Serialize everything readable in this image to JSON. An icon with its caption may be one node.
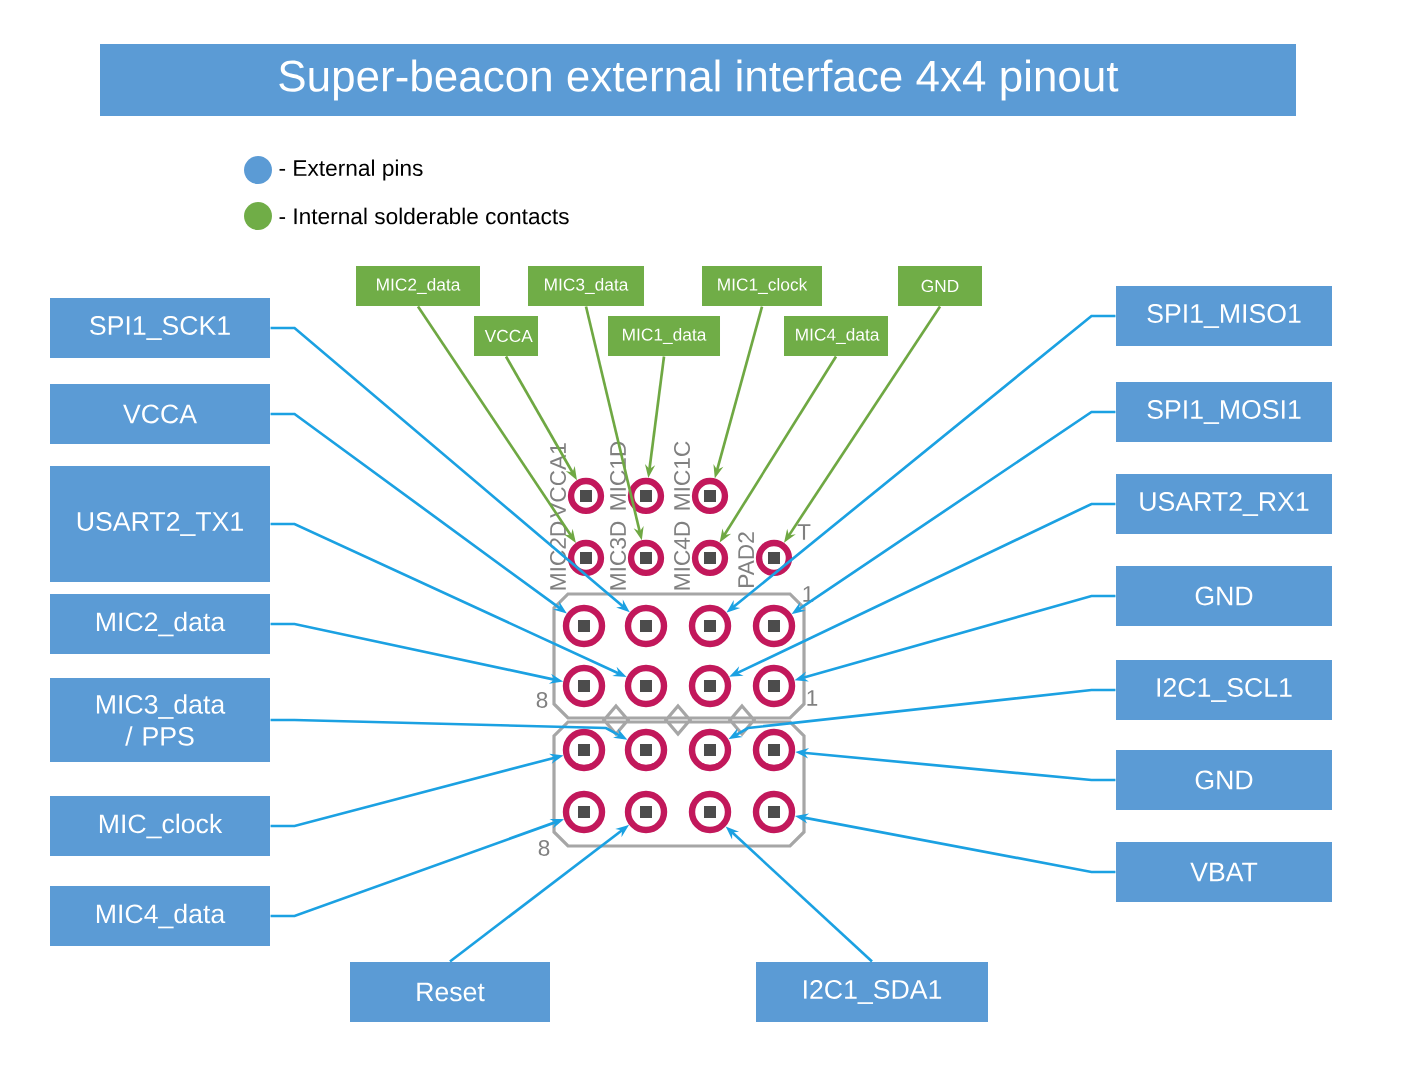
{
  "diagram": {
    "title": "Super-beacon external interface 4x4 pinout",
    "nodes": [
      {
        "text": [
          "MIC2_data"
        ]
      },
      {
        "text": [
          "VCCA"
        ]
      },
      {
        "text": [
          "MIC3_data"
        ]
      },
      {
        "text": [
          "MIC1_data"
        ]
      },
      {
        "text": [
          "MIC1_clock"
        ]
      },
      {
        "text": [
          "MIC4_data"
        ]
      },
      {
        "text": [
          "GND"
        ]
      },
      {
        "text": [
          "SPI1_SCK1"
        ]
      },
      {
        "text": [
          "VCCA"
        ]
      },
      {
        "text": [
          "USART2_TX1"
        ]
      },
      {
        "text": [
          "MIC2_data"
        ]
      },
      {
        "text": [
          "MIC3_data / PPS"
        ]
      },
      {
        "text": [
          "MIC_clock"
        ]
      },
      {
        "text": [
          "MIC4_data"
        ]
      },
      {
        "text": [
          "SPI1_MISO1"
        ]
      },
      {
        "text": [
          "SPI1_MOSI1"
        ]
      },
      {
        "text": [
          "USART2_RX1"
        ]
      },
      {
        "text": [
          "GND"
        ]
      },
      {
        "text": [
          "I2C1_SCL1"
        ]
      },
      {
        "text": [
          "GND"
        ]
      },
      {
        "text": [
          "VBAT"
        ]
      },
      {
        "text": [
          "Reset"
        ]
      },
      {
        "text": [
          "I2C1_SDA1"
        ]
      },
      {
        "text": [],
        "shape": "circle"
      },
      {
        "text": [],
        "shape": "circle"
      },
      {
        "text": [],
        "shape": "circle"
      },
      {
        "text": [],
        "shape": "circle"
      },
      {
        "text": [],
        "shape": "circle"
      },
      {
        "text": [],
        "shape": "circle"
      },
      {
        "text": [],
        "shape": "circle"
      },
      {
        "text": [],
        "shape": "circle"
      },
      {
        "text": [],
        "shape": "circle"
      },
      {
        "text": [],
        "shape": "circle"
      },
      {
        "text": [],
        "shape": "circle"
      },
      {
        "text": [],
        "shape": "circle"
      },
      {
        "text": [],
        "shape": "circle"
      },
      {
        "text": [],
        "shape": "circle"
      },
      {
        "text": [],
        "shape": "circle"
      },
      {
        "text": [],
        "shape": "circle"
      },
      {
        "text": [],
        "shape": "circle"
      },
      {
        "text": [],
        "shape": "circle"
      },
      {
        "text": [],
        "shape": "circle"
      },
      {
        "text": [],
        "shape": "circle"
      },
      {
        "text": [],
        "shape": "circle"
      },
      {
        "text": [],
        "shape": "circle"
      },
      {
        "text": [],
        "shape": "circle"
      }
    ],
    "edges": [
      {
        "from": 0,
        "to": 26,
        "arrow": "to",
        "color": "#6fa843"
      },
      {
        "from": 1,
        "to": 23,
        "arrow": "to",
        "color": "#6fa843"
      },
      {
        "from": 2,
        "to": 27,
        "arrow": "to",
        "color": "#6fa843"
      },
      {
        "from": 3,
        "to": 24,
        "arrow": "to",
        "color": "#6fa843"
      },
      {
        "from": 4,
        "to": 25,
        "arrow": "to",
        "color": "#6fa843"
      },
      {
        "from": 5,
        "to": 28,
        "arrow": "to",
        "color": "#6fa843"
      },
      {
        "from": 6,
        "to": 29,
        "arrow": "to",
        "color": "#6fa843"
      },
      {
        "from": 7,
        "to": 31,
        "arrow": "to"
      },
      {
        "from": 8,
        "to": 30,
        "arrow": "to"
      },
      {
        "from": 9,
        "to": 35,
        "arrow": "to"
      },
      {
        "from": 10,
        "to": 34,
        "arrow": "to"
      },
      {
        "from": 11,
        "to": 39,
        "arrow": "to"
      },
      {
        "from": 12,
        "to": 38,
        "arrow": "to"
      },
      {
        "from": 13,
        "to": 42,
        "arrow": "to"
      },
      {
        "from": 14,
        "to": 32,
        "arrow": "to"
      },
      {
        "from": 15,
        "to": 33,
        "arrow": "to"
      },
      {
        "from": 16,
        "to": 36,
        "arrow": "to"
      },
      {
        "from": 17,
        "to": 37,
        "arrow": "to"
      },
      {
        "from": 18,
        "to": 40,
        "arrow": "to"
      },
      {
        "from": 19,
        "to": 41,
        "arrow": "to"
      },
      {
        "from": 20,
        "to": 45,
        "arrow": "to"
      },
      {
        "from": 21,
        "to": 43,
        "arrow": "to"
      },
      {
        "from": 22,
        "to": 44,
        "arrow": "to"
      }
    ],
    "labels": [
      "VCCA1",
      "MIC1D",
      "MIC1C",
      "T",
      "MIC2D",
      "MIC3D",
      "MIC4D",
      "PAD2",
      "1",
      "8",
      "1",
      "8"
    ],
    "legend": [
      {
        "text": "- External pins",
        "color": "#5b9bd5"
      },
      {
        "text": "- Internal solderable contacts",
        "color": "#70ad47"
      }
    ]
  }
}
